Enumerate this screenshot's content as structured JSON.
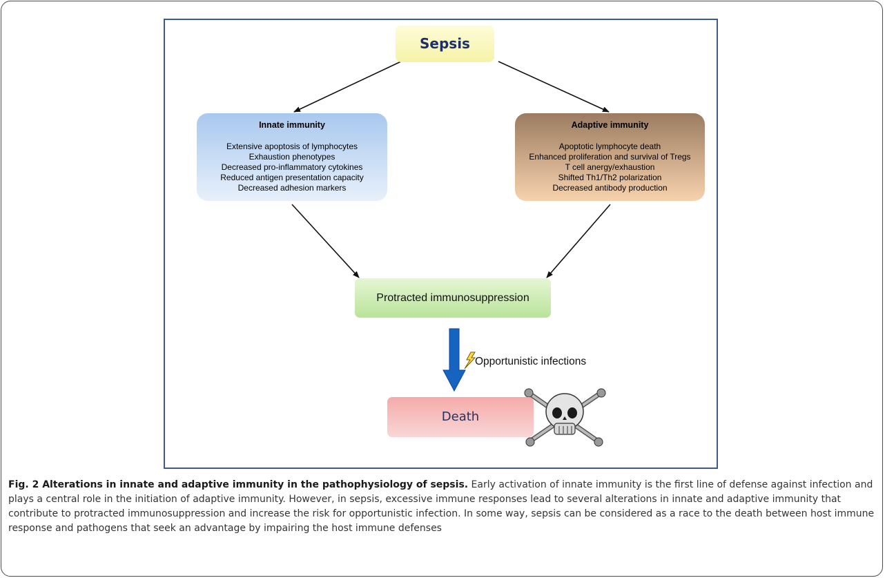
{
  "diagram": {
    "top_node": "Sepsis",
    "innate": {
      "title": "Innate immunity",
      "items": [
        "Extensive apoptosis of lymphocytes",
        "Exhaustion phenotypes",
        "Decreased pro-inflammatory cytokines",
        "Reduced antigen presentation capacity",
        "Decreased adhesion markers"
      ]
    },
    "adaptive": {
      "title": "Adaptive immunity",
      "items": [
        "Apoptotic lymphocyte death",
        "Enhanced proliferation and survival of Tregs",
        "T cell anergy/exhaustion",
        "Shifted Th1/Th2 polarization",
        "Decreased antibody production"
      ]
    },
    "middle_node": "Protracted immunosuppression",
    "arrow_label": "Opportunistic infections",
    "bottom_node": "Death",
    "icons": [
      "lightning-icon",
      "skull-crossbones-icon"
    ],
    "colors": {
      "frame": "#3d5a8a",
      "arrow": "#1565c0",
      "sepsis_fill": "#f6f3a8",
      "innate_fill": "#a9c8ee",
      "adaptive_fill": "#9b7c60",
      "protracted_fill": "#b9e39a",
      "death_fill": "#f5aaaa"
    }
  },
  "caption": {
    "title": "Fig. 2 Alterations in innate and adaptive immunity in the pathophysiology of sepsis.",
    "text": "Early activation of innate immunity is the first line of defense against infection and plays a central role in the initiation of adaptive immunity. However, in sepsis, excessive immune responses lead to several alterations in innate and adaptive immunity that contribute to protracted immunosuppression and increase the risk for opportunistic infection. In some way, sepsis can be considered as a race to the death between host immune response and pathogens that seek an advantage by impairing the host immune defenses"
  }
}
